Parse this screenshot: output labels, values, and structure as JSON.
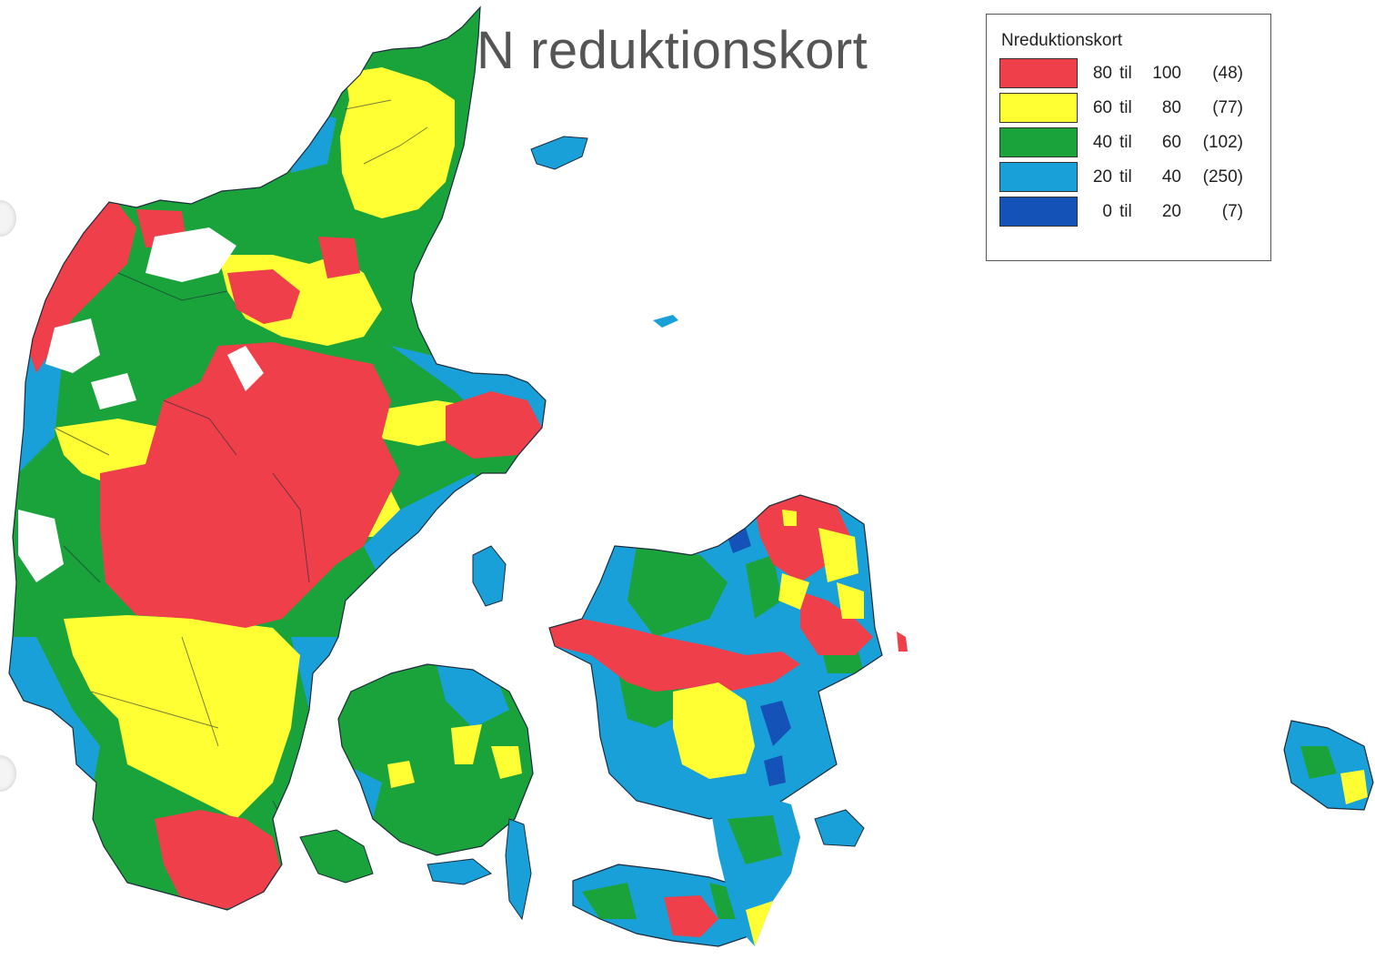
{
  "title": "N reduktionskort",
  "legend": {
    "title": "Nreduktionskort",
    "classes": [
      {
        "from": "80",
        "til": "til",
        "to": "100",
        "count": "(48)",
        "color": "#ee3f4a"
      },
      {
        "from": "60",
        "til": "til",
        "to": "80",
        "count": "(77)",
        "color": "#ffff33"
      },
      {
        "from": "40",
        "til": "til",
        "to": "60",
        "count": "(102)",
        "color": "#1aa33a"
      },
      {
        "from": "20",
        "til": "til",
        "to": "40",
        "count": "(250)",
        "color": "#1aa0d8"
      },
      {
        "from": "0",
        "til": "til",
        "to": "20",
        "count": "(7)",
        "color": "#1552b8"
      }
    ]
  },
  "colors": {
    "red": "#ee3f4a",
    "yellow": "#ffff33",
    "green": "#1aa33a",
    "lightblue": "#1aa0d8",
    "darkblue": "#1552b8",
    "border": "#1c2a3a"
  }
}
